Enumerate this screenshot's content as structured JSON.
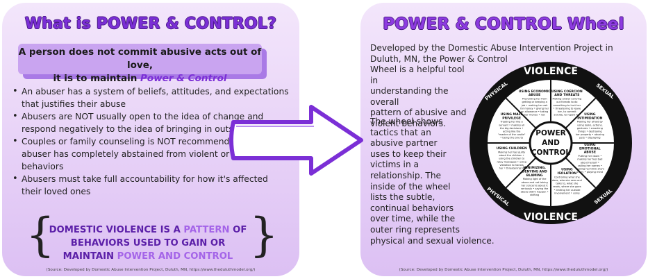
{
  "left_panel": {
    "title": "What is POWER & CONTROL?",
    "quote_line1": "A person does not commit abusive acts out of love,",
    "quote_line2": "it is to maintain ",
    "quote_highlight": "Power & Control",
    "bullets": [
      "An abuser has a system of beliefs, attitudes, and expectations that justifies their abuse",
      "Abusers are NOT usually open to the idea of change and respond negatively to the idea of bringing in outside help",
      "Couples or family counseling is NOT recommended unless the abuser has completely abstained from violent or controlling behaviors",
      "Abusers must take full accountability for how it's affected their loved ones"
    ],
    "statement_part1": "DOMESTIC VIOLENCE IS A ",
    "statement_highlight": "PATTERN",
    "statement_part2": " OF BEHAVIORS USED TO GAIN OR MAINTAIN ",
    "statement_highlight2": "POWER AND CONTROL",
    "source": "(Source: Developed by Domestic Abuse Intervention Project, Duluth, MN, https://www.theduluthmodel.org/)"
  },
  "right_panel": {
    "title": "POWER & CONTROL Wheel",
    "desc_line1": "Developed by the Domestic Abuse Intervention Project in",
    "desc_line2": "Duluth, MN, the Power & Control",
    "desc_lines_beside": [
      "Wheel is a helpful tool in",
      "understanding the overall",
      "pattern of abusive and",
      "violent behaviors."
    ],
    "desc_para2": [
      "The wheel shows",
      "tactics that an",
      "abusive partner",
      "uses to keep their",
      "victims in a",
      "relationship. The",
      "inside of the wheel",
      "lists the subtle,",
      "continual behaviors",
      "over time, while the",
      "outer ring represents",
      "physical and sexual violence."
    ],
    "source": "(Source: Developed by Domestic Abuse Intervention Project, Duluth, MN, https://www.theduluthmodel.org/)"
  },
  "wheel": {
    "center": [
      "POWER",
      "AND",
      "CONTROL"
    ],
    "violence": "VIOLENCE",
    "physical": "PHYSICAL",
    "sexual": "SEXUAL",
    "segments": [
      {
        "title": "USING COERCION AND THREATS",
        "text": "Making and/or carrying out threats to do something to hurt her • threatening to leave her, to commit suicide, to report her to welfare • making her drop charges • making her do illegal things."
      },
      {
        "title": "USING INTIMIDATION",
        "text": "Making her afraid by using looks, actions, gestures • smashing things • destroying her property • abusing pets • displaying weapons."
      },
      {
        "title": "USING EMOTIONAL ABUSE",
        "text": "Putting her down • making her feel bad about herself • calling her names • making her think she's crazy • playing mind games • humiliating her • making her feel guilty."
      },
      {
        "title": "USING ISOLATION",
        "text": "Controlling what she does, who she sees and talks to, what she reads, where she goes • limiting her outside involvement • using jealousy to justify actions."
      },
      {
        "title": "MINIMIZING, DENYING AND BLAMING",
        "text": "Making light of the abuse and not taking her concerns about it seriously • saying the abuse didn't happen • shifting responsibility for abusive behavior • saying she caused it."
      },
      {
        "title": "USING CHILDREN",
        "text": "Making her feel guilty about the children • using the children to relay messages • using visitation to harass her • threatening to take the children away."
      },
      {
        "title": "USING MALE PRIVILEGE",
        "text": "Treating her like a servant • making all the big decisions • acting like the \"master of the castle\" • being the one to define men's and women's roles"
      },
      {
        "title": "USING ECONOMIC ABUSE",
        "text": "Preventing her from getting or keeping a job • making her ask for money • giving her an allowance • taking her money • not letting her know about or have access to family income."
      }
    ]
  },
  "colors": {
    "accent_purple": "#7b2fd6",
    "panel_bg": "#e7d1f7",
    "arrow_fill": "#ffffff",
    "arrow_stroke": "#7b2fd6"
  }
}
